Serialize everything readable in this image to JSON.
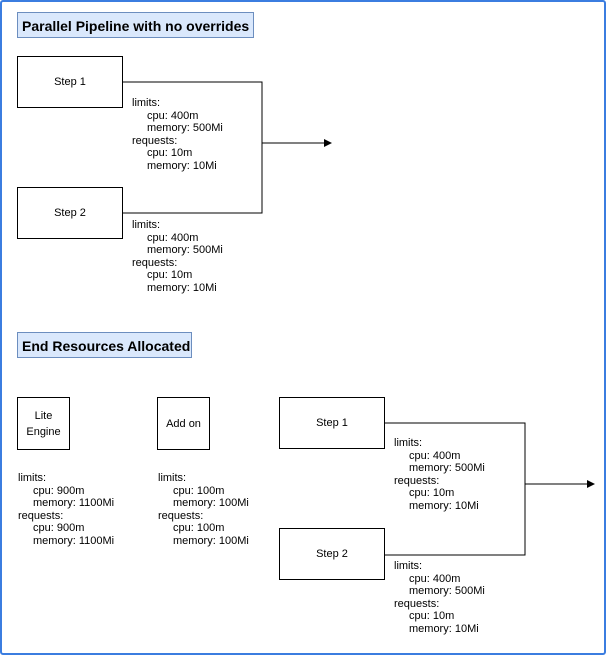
{
  "sections": [
    {
      "title": "Parallel Pipeline with no overrides",
      "steps": [
        {
          "label": "Step 1",
          "resources": {
            "limits_label": "limits:",
            "limits_cpu": "cpu: 400m",
            "limits_memory": "memory: 500Mi",
            "requests_label": "requests:",
            "requests_cpu": "cpu: 10m",
            "requests_memory": "memory: 10Mi"
          }
        },
        {
          "label": "Step 2",
          "resources": {
            "limits_label": "limits:",
            "limits_cpu": "cpu: 400m",
            "limits_memory": "memory: 500Mi",
            "requests_label": "requests:",
            "requests_cpu": "cpu: 10m",
            "requests_memory": "memory: 10Mi"
          }
        }
      ]
    },
    {
      "title": "End Resources Allocated",
      "lite_engine": {
        "label_line1": "Lite",
        "label_line2": "Engine",
        "resources": {
          "limits_label": "limits:",
          "limits_cpu": "cpu: 900m",
          "limits_memory": "memory: 1100Mi",
          "requests_label": "requests:",
          "requests_cpu": "cpu: 900m",
          "requests_memory": "memory: 1100Mi"
        }
      },
      "add_on": {
        "label": "Add on",
        "resources": {
          "limits_label": "limits:",
          "limits_cpu": "cpu: 100m",
          "limits_memory": "memory: 100Mi",
          "requests_label": "requests:",
          "requests_cpu": "cpu: 100m",
          "requests_memory": "memory: 100Mi"
        }
      },
      "steps": [
        {
          "label": "Step 1",
          "resources": {
            "limits_label": "limits:",
            "limits_cpu": "cpu: 400m",
            "limits_memory": "memory: 500Mi",
            "requests_label": "requests:",
            "requests_cpu": "cpu: 10m",
            "requests_memory": "memory: 10Mi"
          }
        },
        {
          "label": "Step 2",
          "resources": {
            "limits_label": "limits:",
            "limits_cpu": "cpu: 400m",
            "limits_memory": "memory: 500Mi",
            "requests_label": "requests:",
            "requests_cpu": "cpu: 10m",
            "requests_memory": "memory: 10Mi"
          }
        }
      ]
    }
  ],
  "colors": {
    "title_fill": "#dae8fc",
    "title_border": "#6c8ebf",
    "frame_border": "#3b7de0"
  }
}
